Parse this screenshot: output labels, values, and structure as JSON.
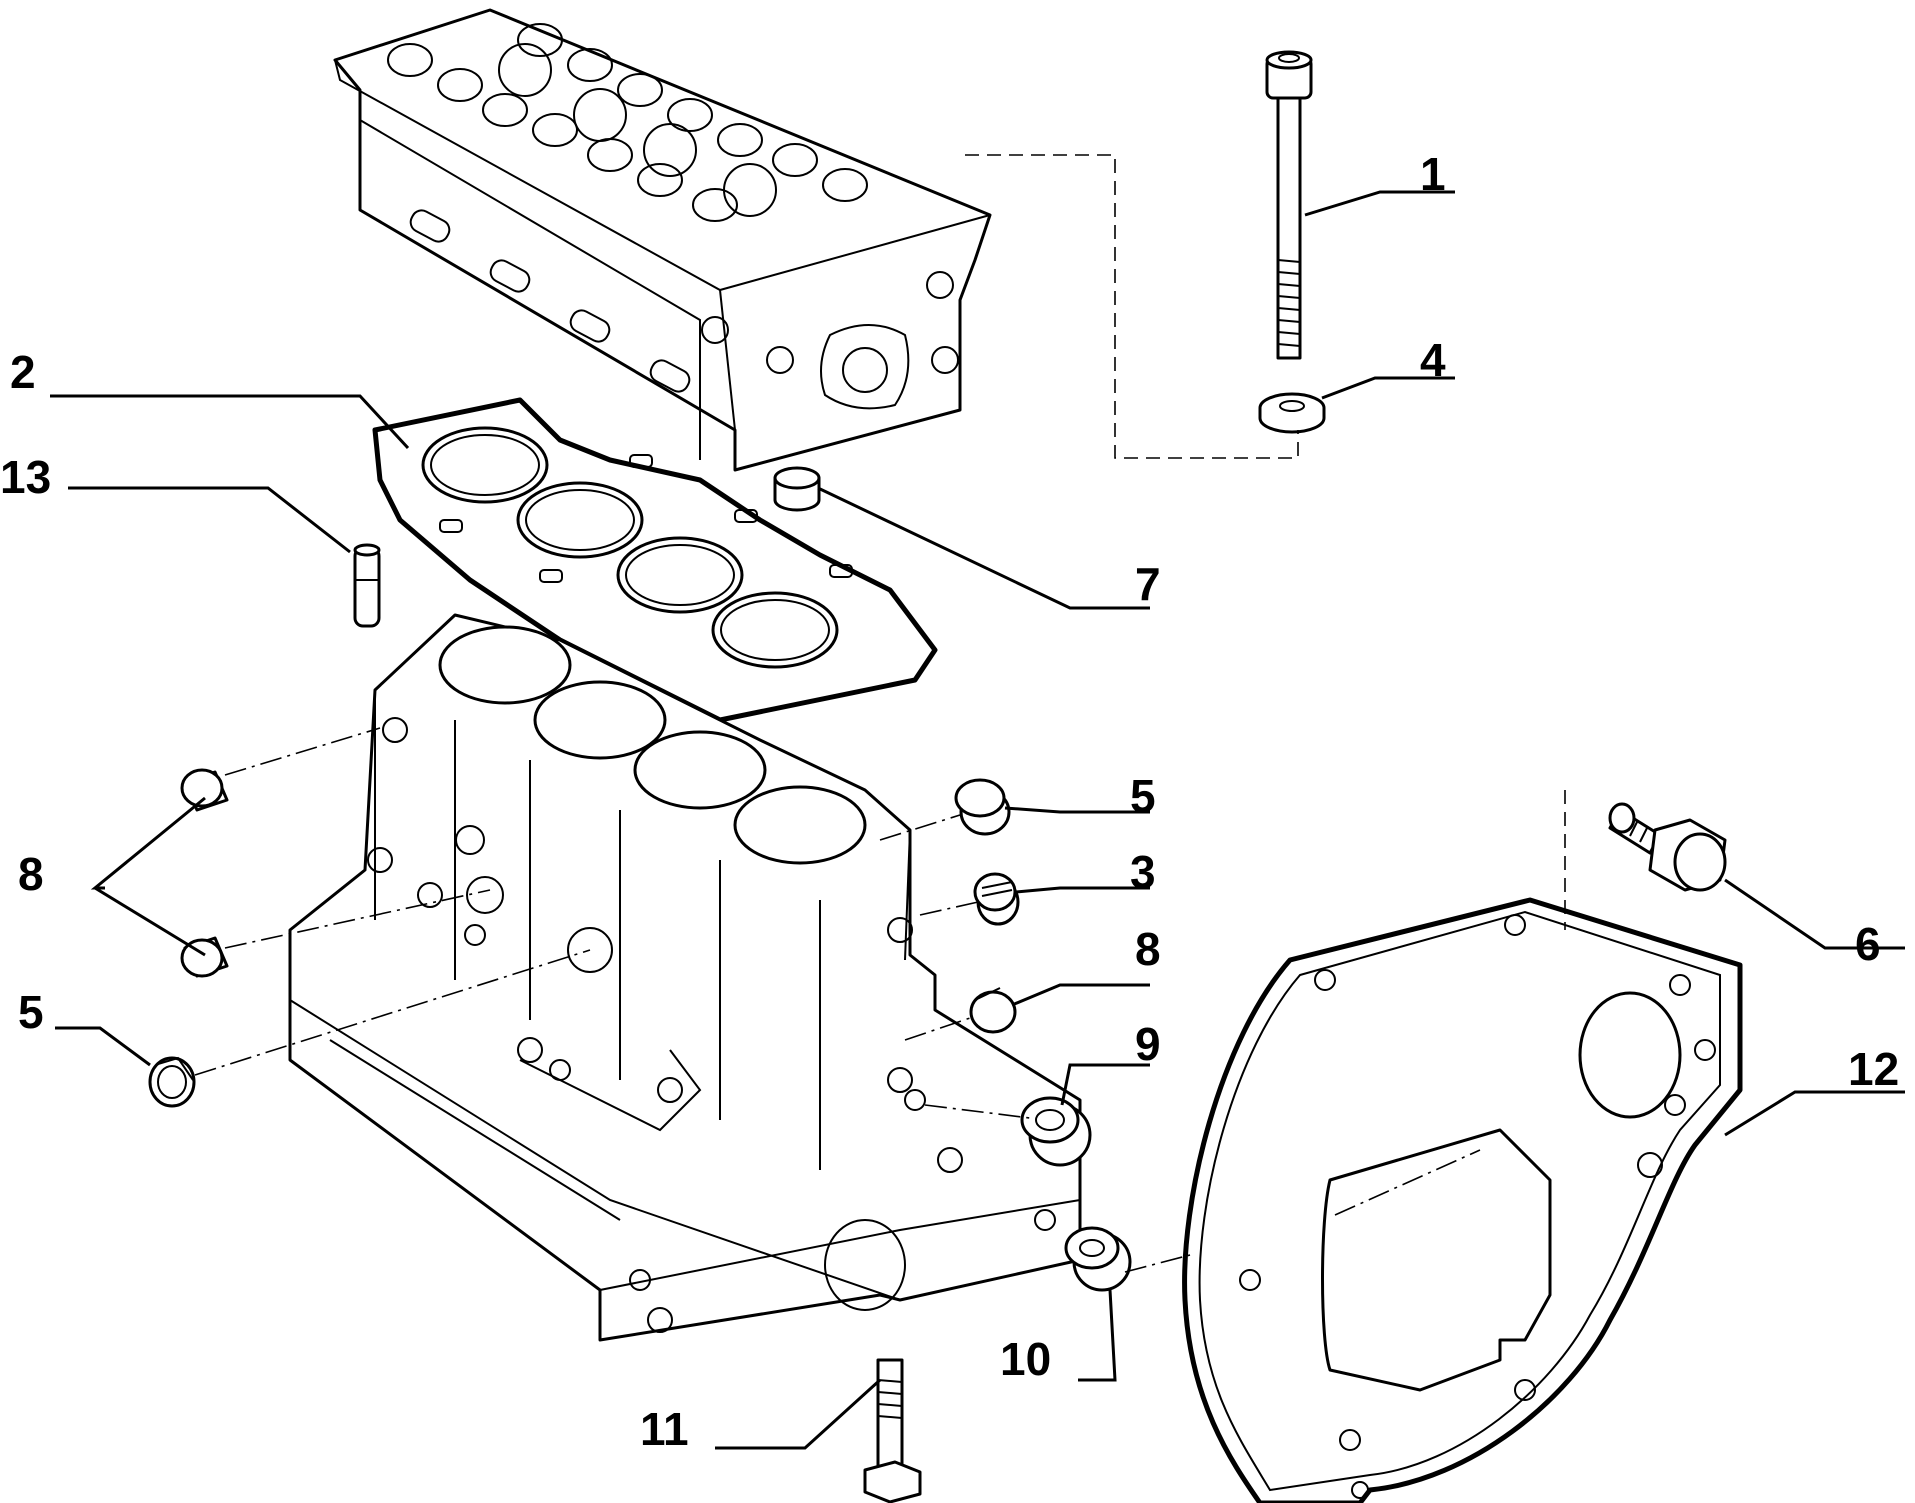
{
  "callouts": {
    "c1": "1",
    "c2": "2",
    "c3": "3",
    "c4": "4",
    "c5a": "5",
    "c5b": "5",
    "c6": "6",
    "c7": "7",
    "c8a": "8",
    "c8b": "8",
    "c9": "9",
    "c10": "10",
    "c11": "11",
    "c12": "12",
    "c13": "13"
  },
  "colors": {
    "ink": "#000000",
    "paper": "#ffffff"
  }
}
